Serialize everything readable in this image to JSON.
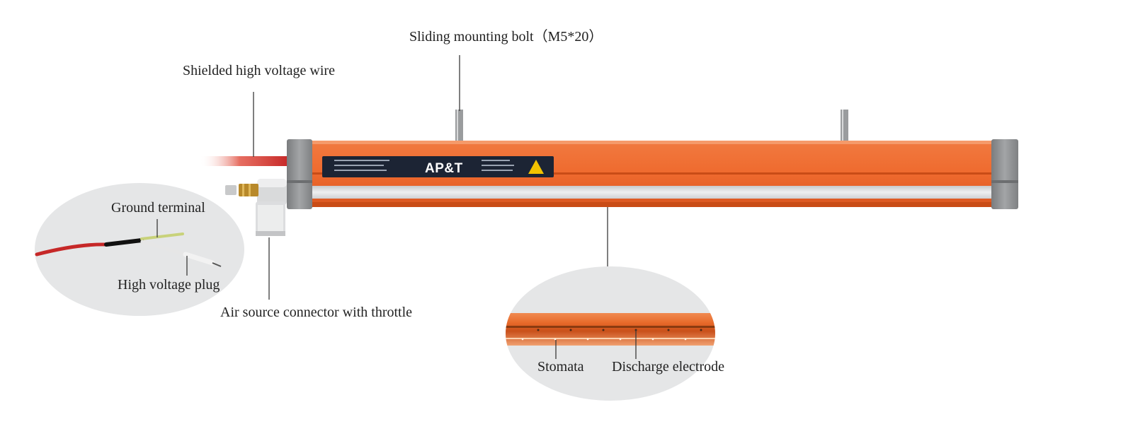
{
  "labels": {
    "bolt": "Sliding mounting bolt（M5*20）",
    "wire": "Shielded high voltage wire",
    "ground": "Ground terminal",
    "plug": "High voltage plug",
    "air": "Air source connector with throttle",
    "stomata": "Stomata",
    "electrode": "Discharge electrode"
  },
  "nameplate": {
    "brand": "AP&T"
  },
  "colors": {
    "bar_orange": "#ef6a2e",
    "bar_dark_orange": "#c94c16",
    "cap_gray": "#8c8e90",
    "strip_silver": "#dfe0e2",
    "callout_bg": "#e5e6e7",
    "wire_red": "#c62828",
    "leader_line": "#3a3a3a",
    "plate_navy": "#1c2434"
  }
}
